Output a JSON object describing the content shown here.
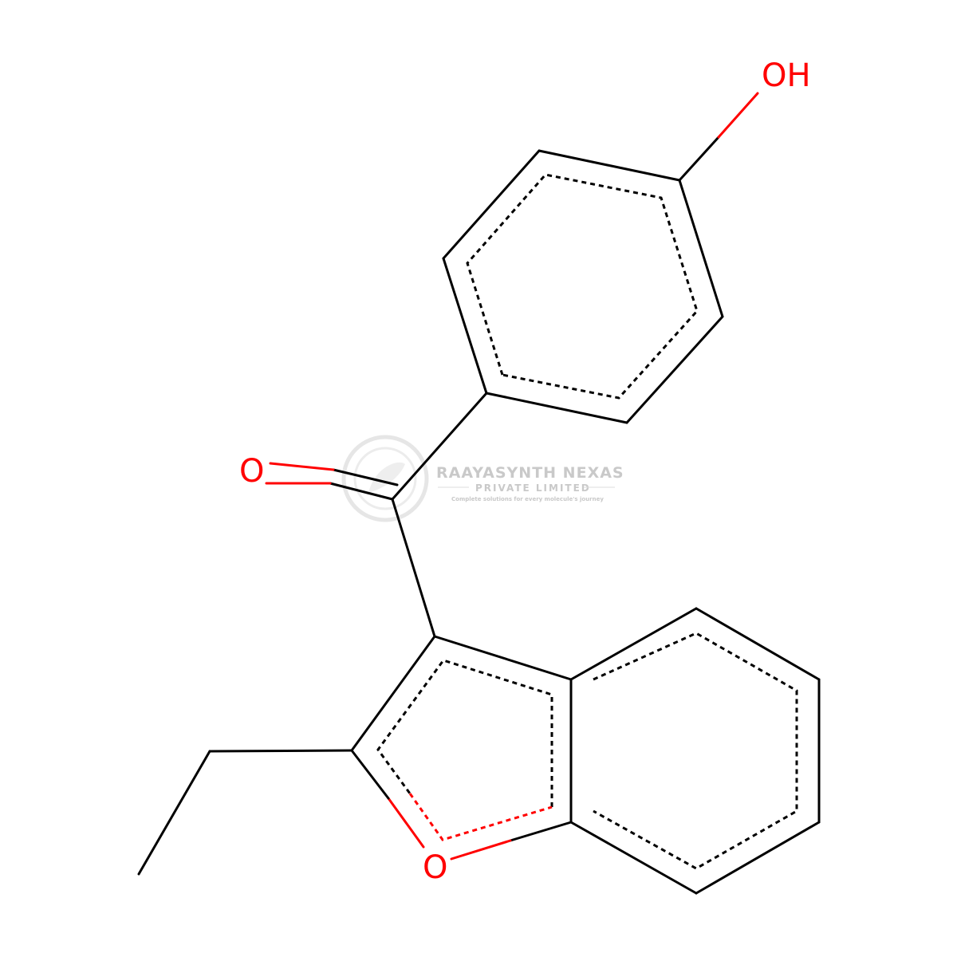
{
  "atoms": {
    "hydroxyl": "OH",
    "carbonyl_oxygen": "O",
    "furan_oxygen": "O"
  },
  "watermark": {
    "name": "RAAYASYNTH NEXAS",
    "subtitle": "PRIVATE LIMITED",
    "tagline": "Complete solutions for every molecule's journey"
  },
  "colors": {
    "bond": "#000000",
    "heteroatom": "#ff0000",
    "watermark": "#c9c9c9"
  }
}
